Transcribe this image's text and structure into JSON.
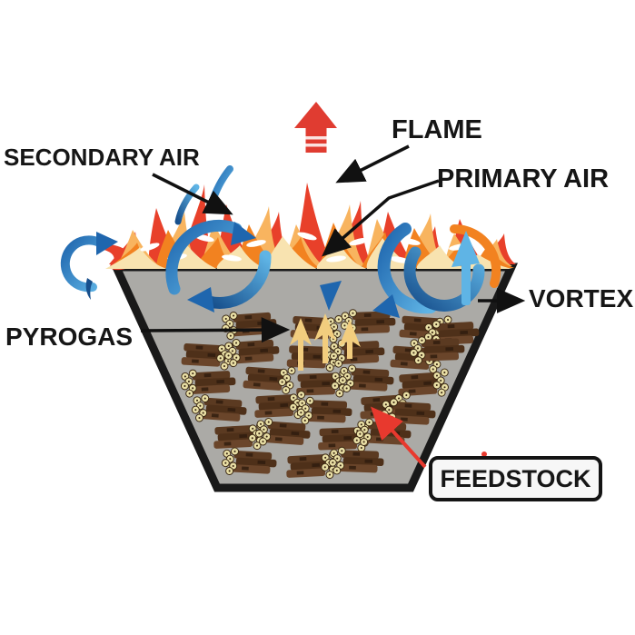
{
  "diagram": {
    "type": "flame-cap kiln pyrolysis process diagram",
    "labels": {
      "secondary_air": "SECONDARY AIR",
      "flame": "FLAME",
      "primary_air": "PRIMARY AIR",
      "vortex": "VORTEX",
      "pyrogas": "PYROGAS",
      "feedstock": "FEEDSTOCK"
    },
    "icons": {
      "exhaust": "up-arrow-icon",
      "air_swirls": "swirl-arrow-icon",
      "vortex_ring": "circular-arrow-icon",
      "pyrogas_arrows": "up-arrow-icon",
      "label_pointers": "pointer-arrow-icon"
    },
    "colors": {
      "label_text": "#161616",
      "arrow_black": "#111111",
      "exhaust_red": "#e03c31",
      "flame_red": "#e8402a",
      "flame_orange": "#f28220",
      "flame_light_orange": "#f8b45f",
      "flame_cream": "#f8e3b0",
      "flame_highlight": "#ffffff",
      "air_blue_dark": "#1f66ae",
      "air_blue_light": "#5fb4e5",
      "air_blue_deep": "#174f8c",
      "kiln_gray": "#abaaa6",
      "kiln_outline": "#191919",
      "log_brown": "#5b3a21",
      "log_brown_dark": "#4e3019",
      "log_brown_light": "#6a452a",
      "log_stripe": "#2e1c0e",
      "log_end_cream": "#e9dfa5",
      "log_end_ring": "#3a2712",
      "pyrogas_tan": "#f2cd7e",
      "feedstock_arrow_red": "#e8392e",
      "feedstock_box_bg": "#f7f7f7"
    }
  }
}
